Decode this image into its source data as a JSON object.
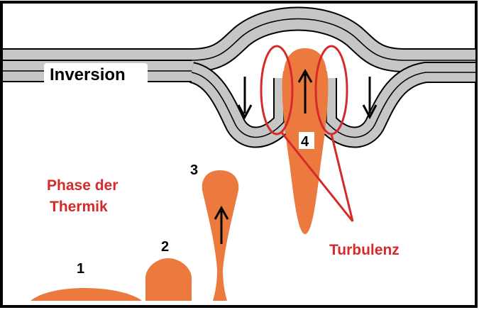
{
  "labels": {
    "inversion": "Inversion",
    "phase_title_line1": "Phase der",
    "phase_title_line2": "Thermik",
    "turbulence": "Turbulenz",
    "stages": [
      "1",
      "2",
      "3",
      "4"
    ]
  },
  "colors": {
    "thermal": "#ec7a3f",
    "inversion_band": "#c6c6c6",
    "turbulence": "#d62a2a",
    "outline": "#000000",
    "label_red": "#d62a2a"
  }
}
